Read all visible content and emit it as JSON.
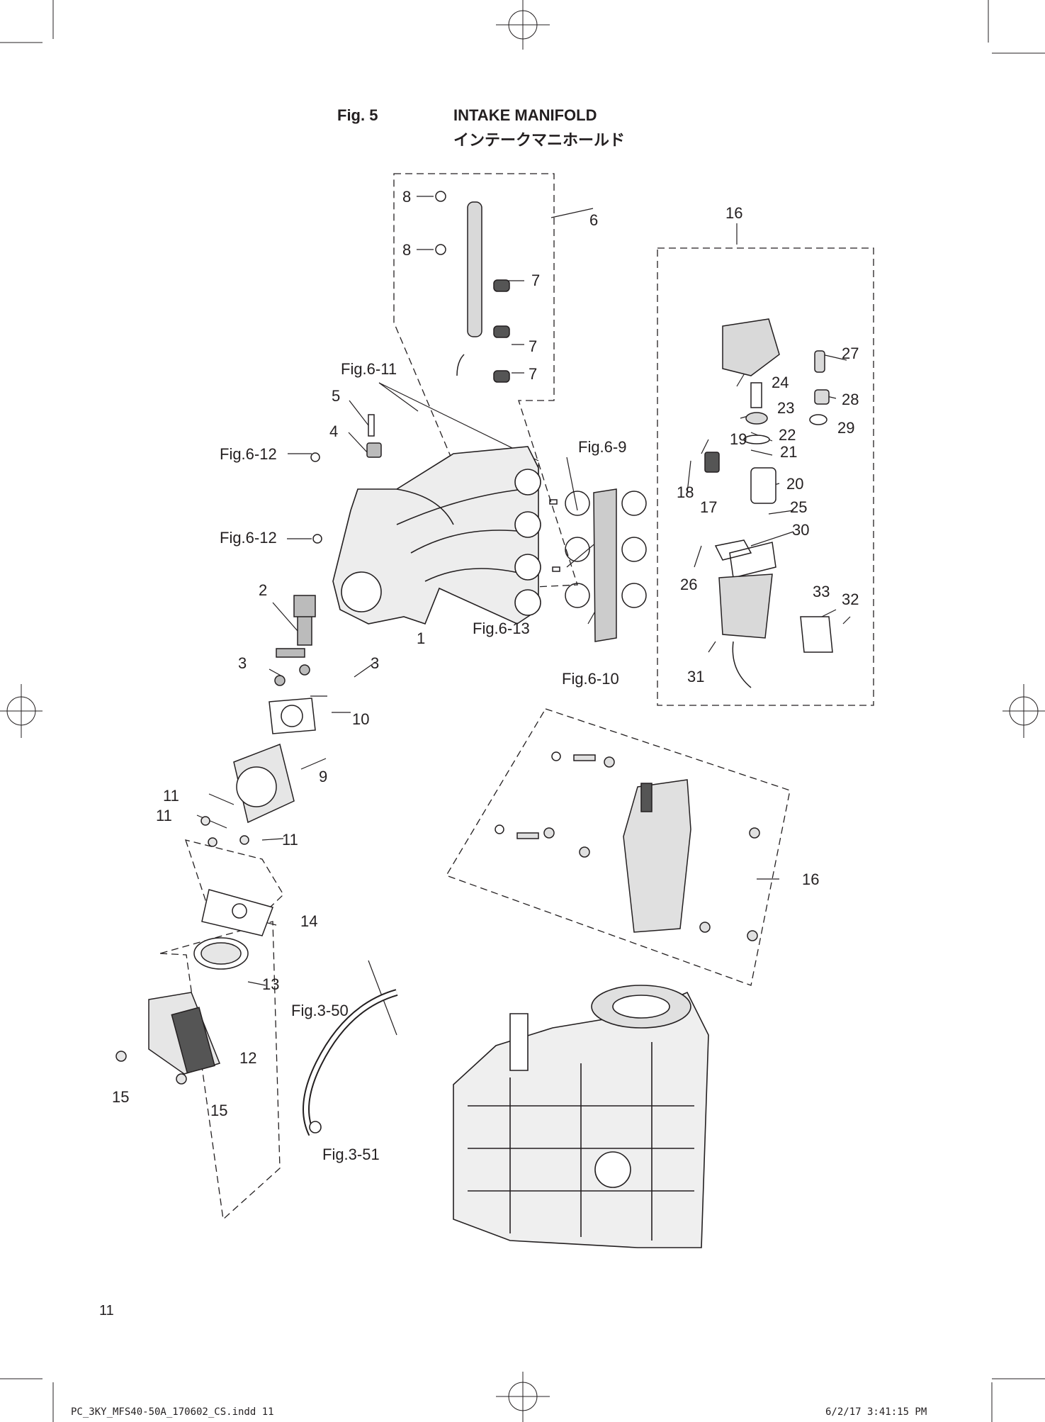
{
  "header": {
    "figure_number": "Fig. 5",
    "title": "INTAKE MANIFOLD",
    "subtitle_jp": "インテークマニホールド"
  },
  "page_number": "11",
  "footer": {
    "file_slug": "PC_3KY_MFS40-50A_170602_CS.indd   11",
    "timestamp": "6/2/17   3:41:15 PM"
  },
  "callouts": {
    "c1": "1",
    "c2": "2",
    "c3a": "3",
    "c3b": "3",
    "c4": "4",
    "c5": "5",
    "c6": "6",
    "c7a": "7",
    "c7b": "7",
    "c7c": "7",
    "c8a": "8",
    "c8b": "8",
    "c9": "9",
    "c10": "10",
    "c11a": "11",
    "c11b": "11",
    "c11c": "11",
    "c12": "12",
    "c13": "13",
    "c14": "14",
    "c15a": "15",
    "c15b": "15",
    "c16a": "16",
    "c16b": "16",
    "c17": "17",
    "c18": "18",
    "c19": "19",
    "c20": "20",
    "c21": "21",
    "c22": "22",
    "c23": "23",
    "c24": "24",
    "c25": "25",
    "c26": "26",
    "c27": "27",
    "c28": "28",
    "c29": "29",
    "c30": "30",
    "c31": "31",
    "c32": "32",
    "c33": "33"
  },
  "figure_refs": {
    "r6_11": "Fig.6-11",
    "r6_12a": "Fig.6-12",
    "r6_12b": "Fig.6-12",
    "r6_9": "Fig.6-9",
    "r6_13": "Fig.6-13",
    "r6_10": "Fig.6-10",
    "r3_50": "Fig.3-50",
    "r3_51": "Fig.3-51"
  },
  "colors": {
    "ink": "#231f20",
    "part_fill": "#d9d9d9",
    "part_dark": "#555555"
  }
}
